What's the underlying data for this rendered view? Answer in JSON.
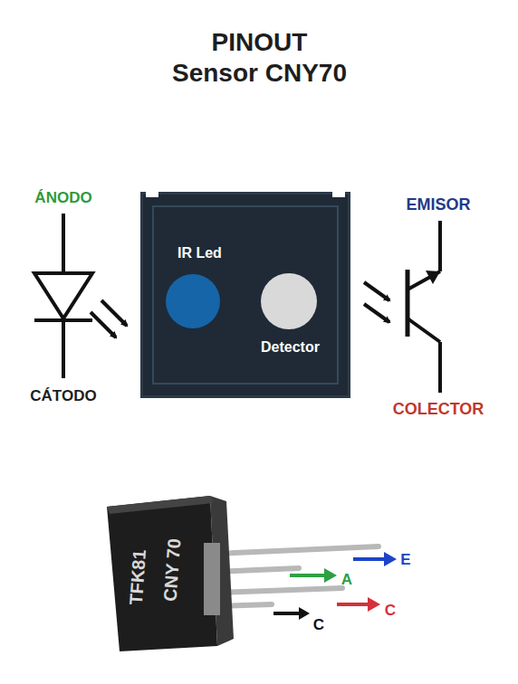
{
  "diagram": {
    "title": "PINOUT Sensor CNY70",
    "nodes": [
      {
        "text": [
          "IR Led",
          "Detector"
        ]
      }
    ],
    "labels": [
      "ÁNODO",
      "CÁTODO",
      "EMISOR",
      "COLECTOR",
      "TFK81",
      "CNY 70",
      "E",
      "A",
      "C",
      "C"
    ]
  }
}
